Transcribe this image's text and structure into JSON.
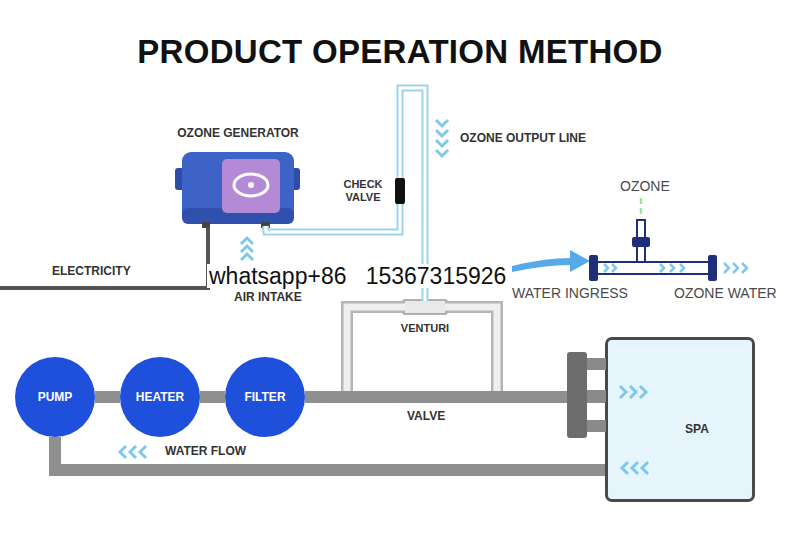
{
  "diagram": {
    "title": "PRODUCT OPERATION METHOD",
    "nodes": [
      {
        "text": [
          "OZONE GENERATOR"
        ]
      },
      {
        "text": [
          "CHECK VALVE"
        ]
      },
      {
        "text": [
          "VENTURI"
        ]
      },
      {
        "text": [
          "PUMP"
        ]
      },
      {
        "text": [
          "HEATER"
        ]
      },
      {
        "text": [
          "FILTER"
        ]
      },
      {
        "text": [
          "SPA"
        ]
      }
    ],
    "edges": [
      {
        "from": 0,
        "to": 1,
        "arrow": "none"
      },
      {
        "from": 1,
        "to": 2,
        "label": "OZONE OUTPUT LINE",
        "arrow": "none"
      },
      {
        "from": 3,
        "to": 4,
        "arrow": "none"
      },
      {
        "from": 4,
        "to": 5,
        "arrow": "none"
      },
      {
        "from": 5,
        "to": 2,
        "arrow": "none"
      },
      {
        "from": 2,
        "to": 6,
        "arrow": "none"
      },
      {
        "from": 5,
        "to": 6,
        "label": "VALVE",
        "arrow": "none"
      },
      {
        "from": 6,
        "to": 3,
        "label": "WATER FLOW",
        "arrow": "none"
      }
    ],
    "labels": [
      "ELECTRICITY",
      "AIR INTAKE",
      "OZONE",
      "WATER INGRESS",
      "OZONE WATER",
      "whatsapp+86   15367315926"
    ]
  }
}
